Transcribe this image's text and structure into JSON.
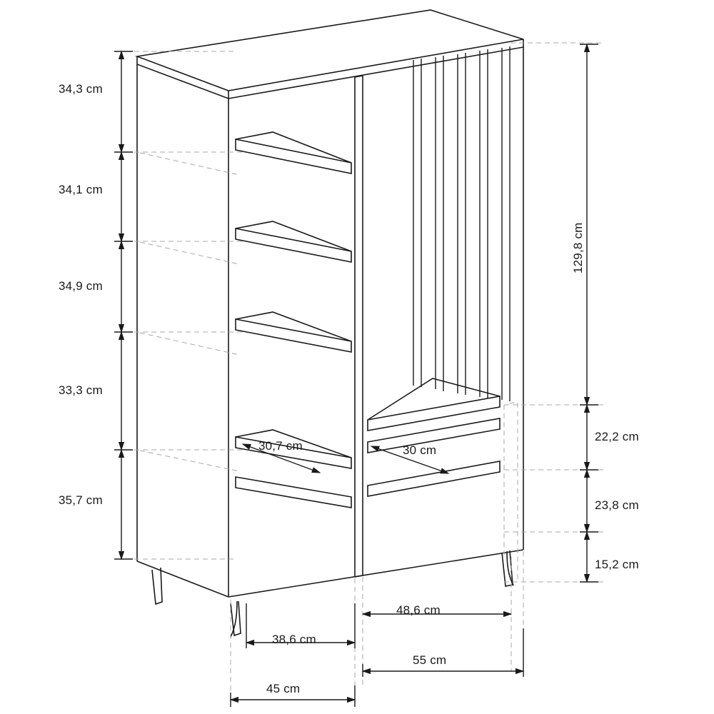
{
  "diagram": {
    "title": "Wardrobe cabinet technical dimension drawing",
    "units": "cm",
    "stroke_color": "#1a1a1a",
    "dash_color": "#9a9a9a",
    "left_column_dimensions": [
      {
        "id": "left-1",
        "value": "34,3 cm"
      },
      {
        "id": "left-2",
        "value": "34,1 cm"
      },
      {
        "id": "left-3",
        "value": "34,9 cm"
      },
      {
        "id": "left-4",
        "value": "33,3 cm"
      },
      {
        "id": "left-5",
        "value": "35,7 cm"
      }
    ],
    "right_column_dimensions": [
      {
        "id": "right-1",
        "value": "129,8 cm"
      },
      {
        "id": "right-2",
        "value": "22,2 cm"
      },
      {
        "id": "right-3",
        "value": "23,8 cm"
      },
      {
        "id": "right-4",
        "value": "15,2 cm"
      }
    ],
    "interior_dimensions": [
      {
        "id": "shelf-depth-left",
        "value": "30,7 cm"
      },
      {
        "id": "shelf-depth-right",
        "value": "30 cm"
      }
    ],
    "bottom_dimensions": [
      {
        "id": "bottom-1",
        "value": "48,6 cm"
      },
      {
        "id": "bottom-2",
        "value": "38,6 cm"
      },
      {
        "id": "bottom-3",
        "value": "55 cm"
      },
      {
        "id": "bottom-4",
        "value": "45 cm"
      }
    ]
  }
}
